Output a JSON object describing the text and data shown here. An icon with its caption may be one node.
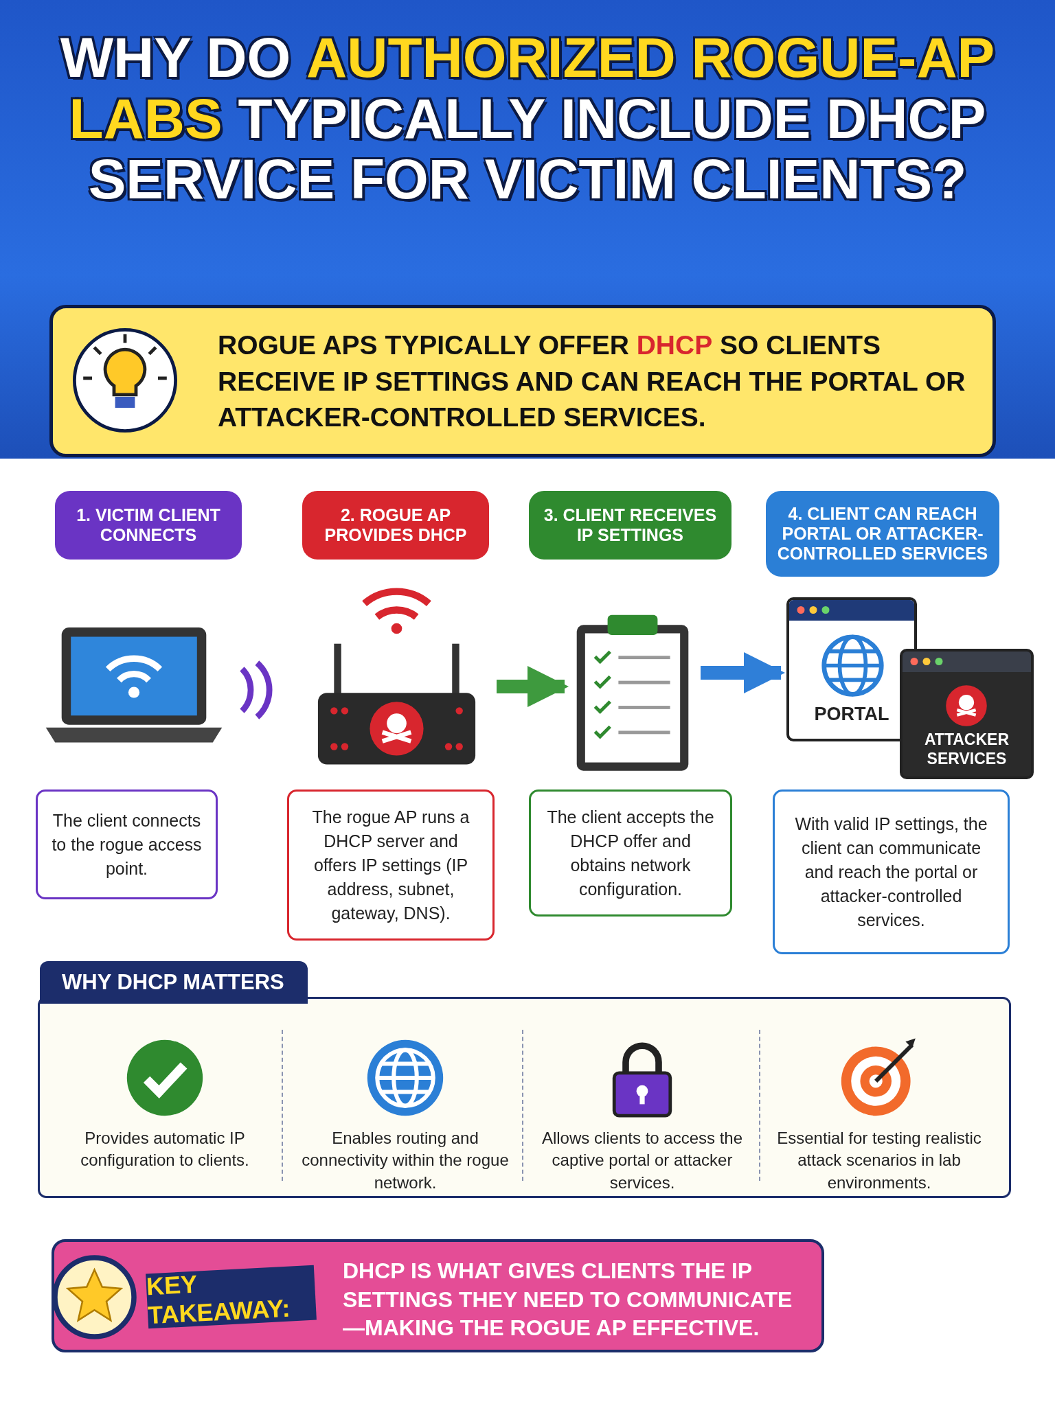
{
  "diagram": {
    "title": "WHY DO **AUTHORIZED ROGUE-AP LABS** TYPICALLY INCLUDE DHCP SERVICE FOR VICTIM CLIENTS?",
    "nodes": [
      {
        "text": [
          "1. VICTIM CLIENT CONNECTS"
        ]
      },
      {
        "text": [
          "2. ROGUE AP PROVIDES DHCP"
        ]
      },
      {
        "text": [
          "3. CLIENT RECEIVES IP SETTINGS"
        ]
      },
      {
        "text": [
          "4. CLIENT CAN REACH PORTAL OR ATTACKER-CONTROLLED SERVICES"
        ]
      },
      {
        "text": [],
        "shape": "picture"
      },
      {
        "text": [],
        "shape": "picture"
      },
      {
        "text": [],
        "shape": "picture"
      },
      {
        "text": [
          "PORTAL"
        ]
      },
      {
        "text": [
          "ATTACKER SERVICES"
        ]
      },
      {
        "text": [
          "The client connects to the rogue access point."
        ]
      },
      {
        "text": [
          "The rogue AP runs a DHCP server and offers IP settings (IP address, subnet, gateway, DNS)."
        ]
      },
      {
        "text": [
          "The client accepts the DHCP offer and obtains network configuration."
        ]
      },
      {
        "text": [
          "With valid IP settings, the client can communicate and reach the portal or attacker-controlled services."
        ]
      },
      {
        "text": [
          "ROGUE APS TYPICALLY OFFER **DHCP** SO CLIENTS RECEIVE IP SETTINGS AND CAN REACH THE PORTAL OR ATTACKER-CONTROLLED SERVICES."
        ]
      },
      {
        "text": [
          "WHY DHCP MATTERS"
        ]
      },
      {
        "text": [
          "Provides automatic IP configuration to clients."
        ],
        "in": 14
      },
      {
        "text": [
          "Enables routing and connectivity within the rogue network."
        ],
        "in": 14
      },
      {
        "text": [
          "Allows clients to access the captive portal or attacker services."
        ],
        "in": 14
      },
      {
        "text": [
          "Essential for testing realistic attack scenarios in lab environments."
        ],
        "in": 14
      },
      {
        "text": [
          "KEY TAKEAWAY:",
          "DHCP IS WHAT GIVES CLIENTS THE IP SETTINGS THEY NEED TO COMMUNICATE—MAKING THE ROGUE AP EFFECTIVE."
        ]
      }
    ],
    "edges": [
      {
        "from": 5,
        "to": 6,
        "arrow": "to",
        "color": "#3e9a3e"
      },
      {
        "from": 6,
        "to": 7,
        "arrow": "to",
        "color": "#2f7fd8"
      }
    ]
  }
}
